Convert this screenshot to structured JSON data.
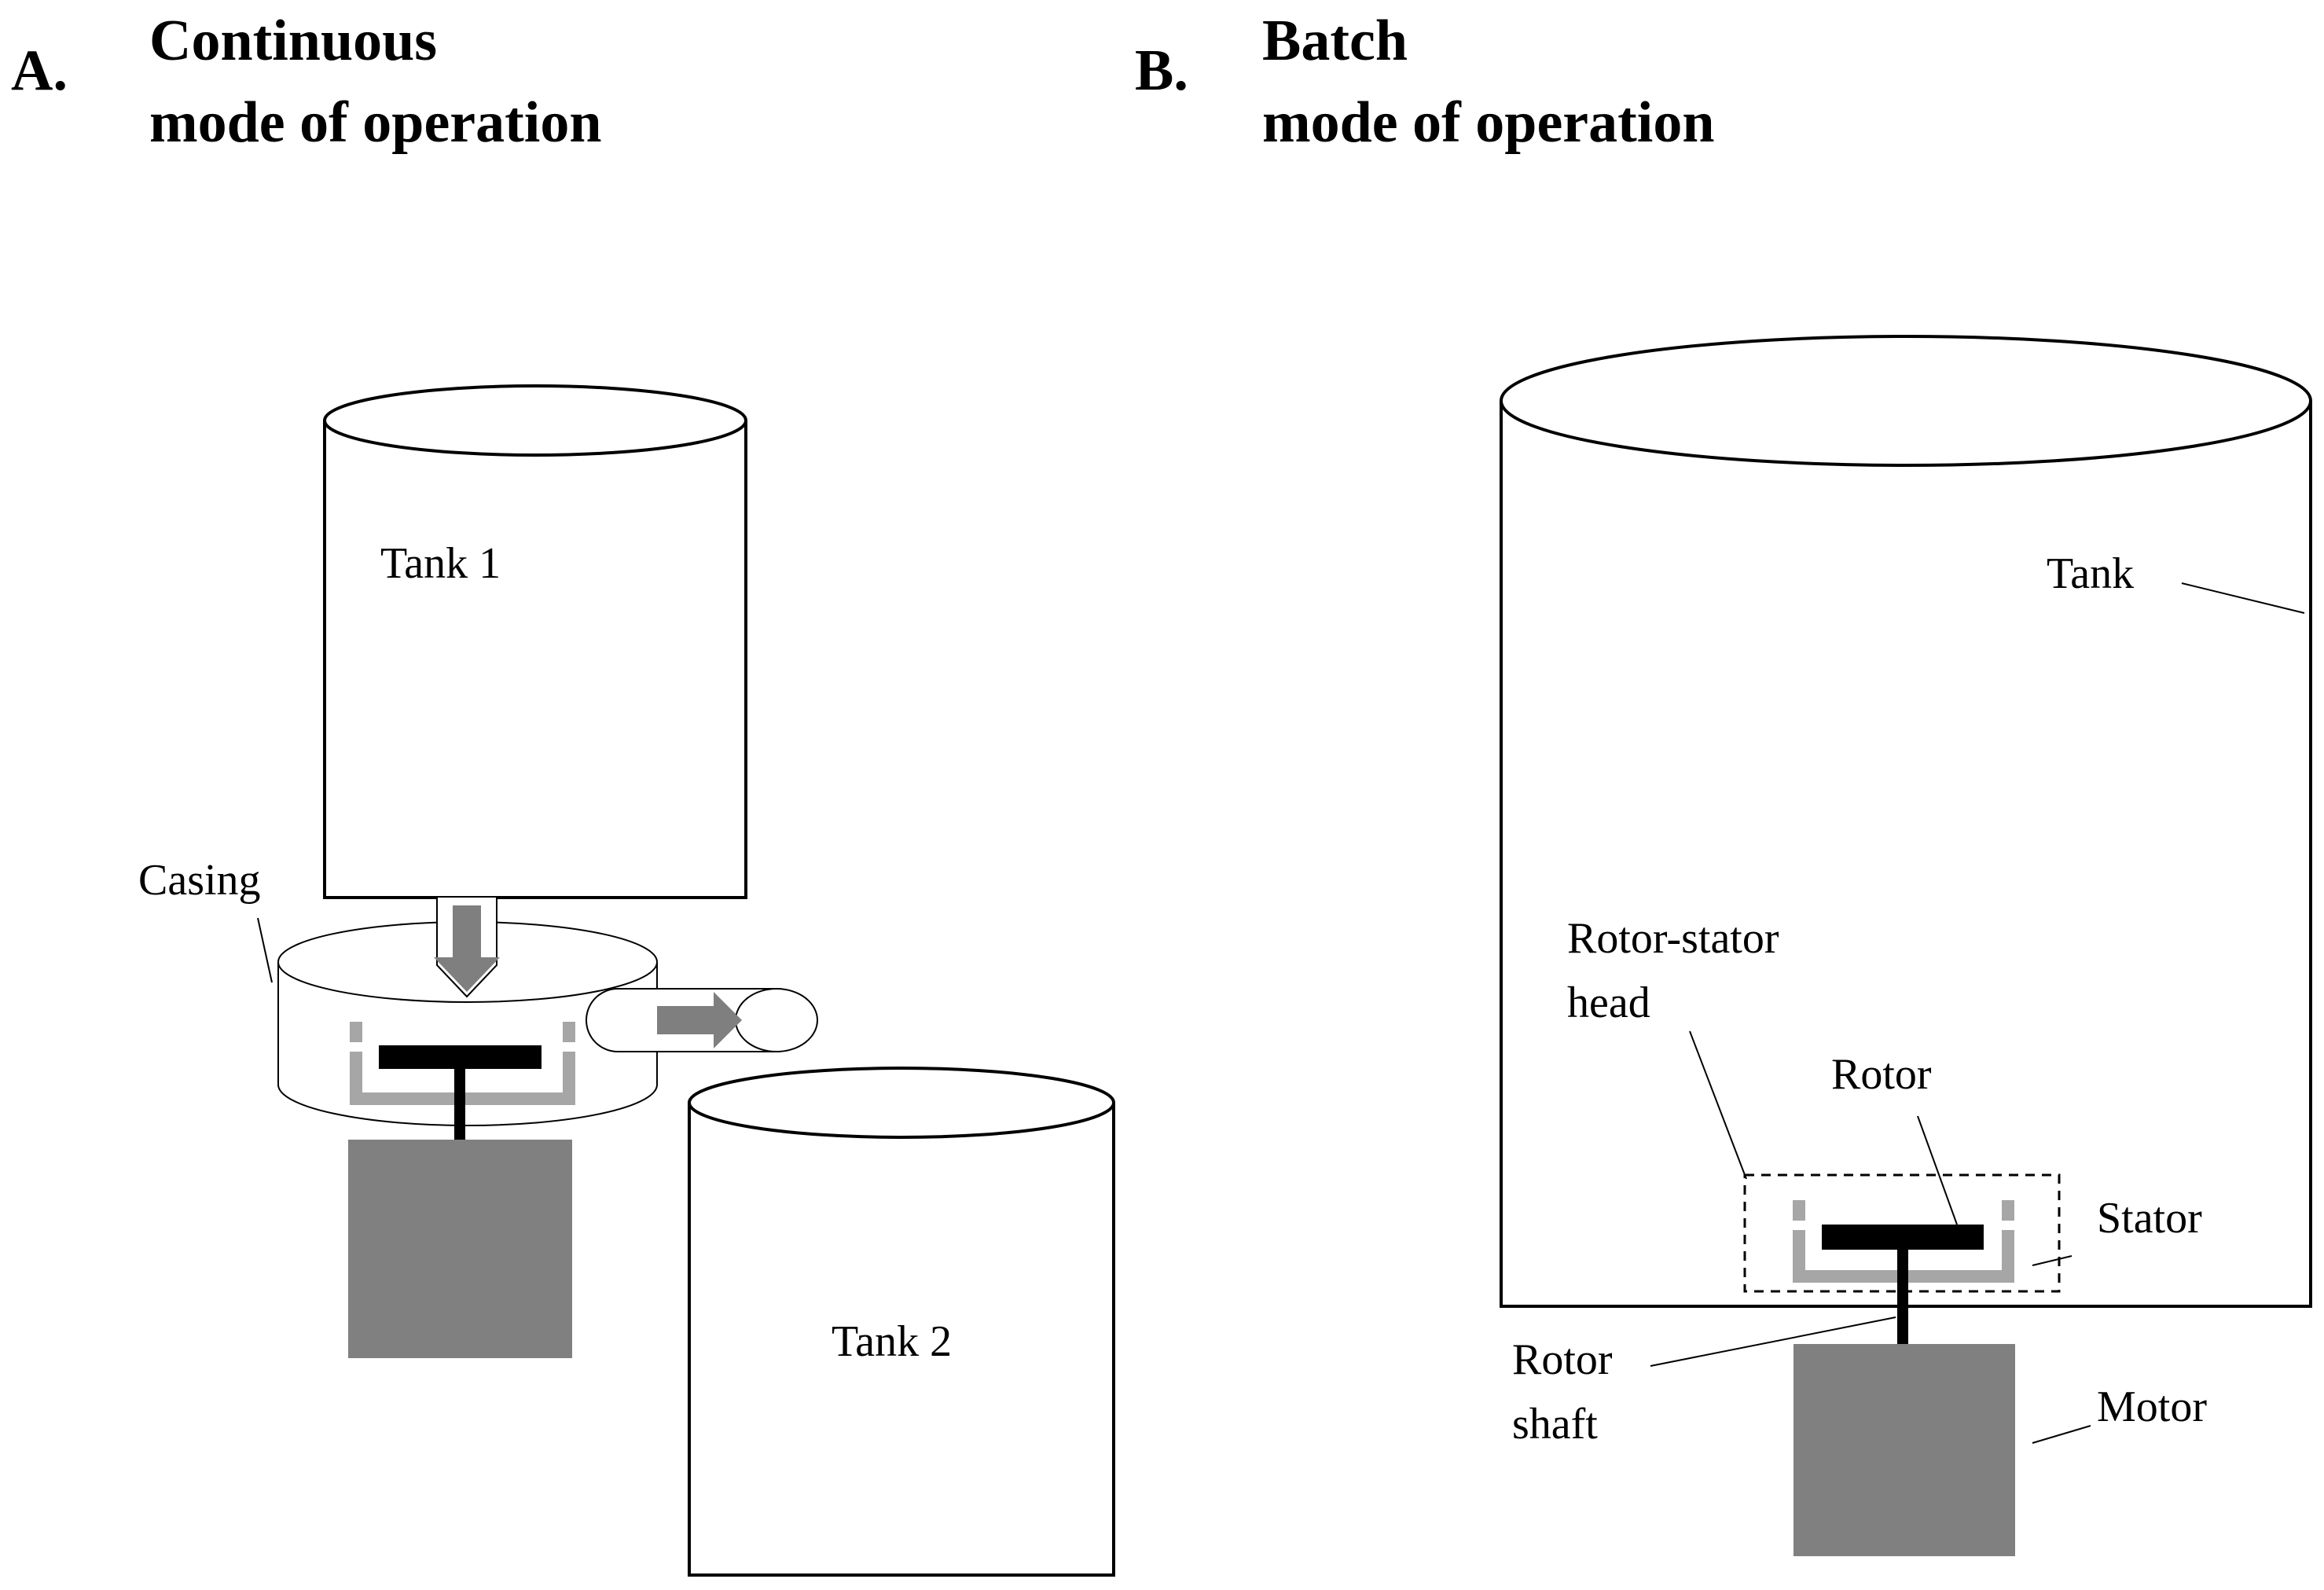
{
  "panel_a": {
    "letter": "A.",
    "title_line1": "Continuous",
    "title_line2": "mode of operation",
    "labels": {
      "tank1": "Tank 1",
      "tank2": "Tank 2",
      "casing": "Casing"
    }
  },
  "panel_b": {
    "letter": "B.",
    "title_line1": "Batch",
    "title_line2": "mode of operation",
    "labels": {
      "tank": "Tank",
      "rotor_stator_head_line1": "Rotor-stator",
      "rotor_stator_head_line2": "head",
      "rotor": "Rotor",
      "stator": "Stator",
      "rotor_shaft_line1": "Rotor",
      "rotor_shaft_line2": "shaft",
      "motor": "Motor"
    }
  },
  "colors": {
    "rotor": "#000000",
    "stator": "#a6a6a6",
    "motor": "#808080",
    "flow_arrow": "#7f7f7f",
    "outline": "#000000"
  }
}
